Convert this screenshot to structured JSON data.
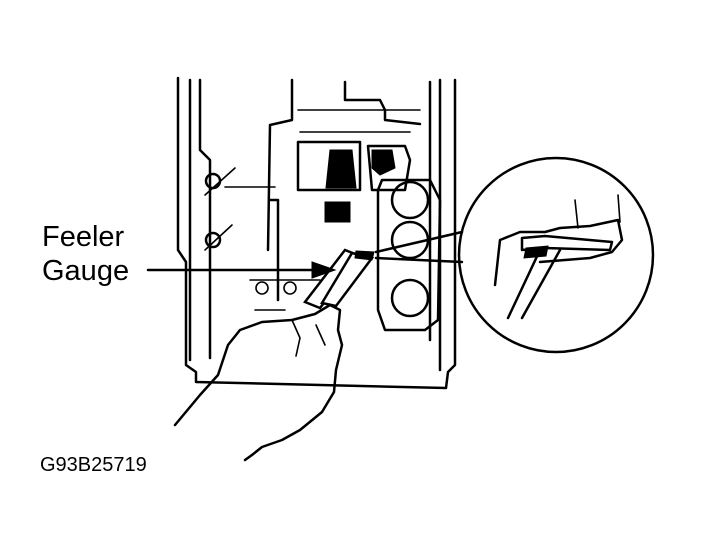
{
  "callout": {
    "line1": "Feeler",
    "line2": "Gauge"
  },
  "figure_code": "G93B25719",
  "colors": {
    "ink": "#000000",
    "background": "#ffffff"
  }
}
